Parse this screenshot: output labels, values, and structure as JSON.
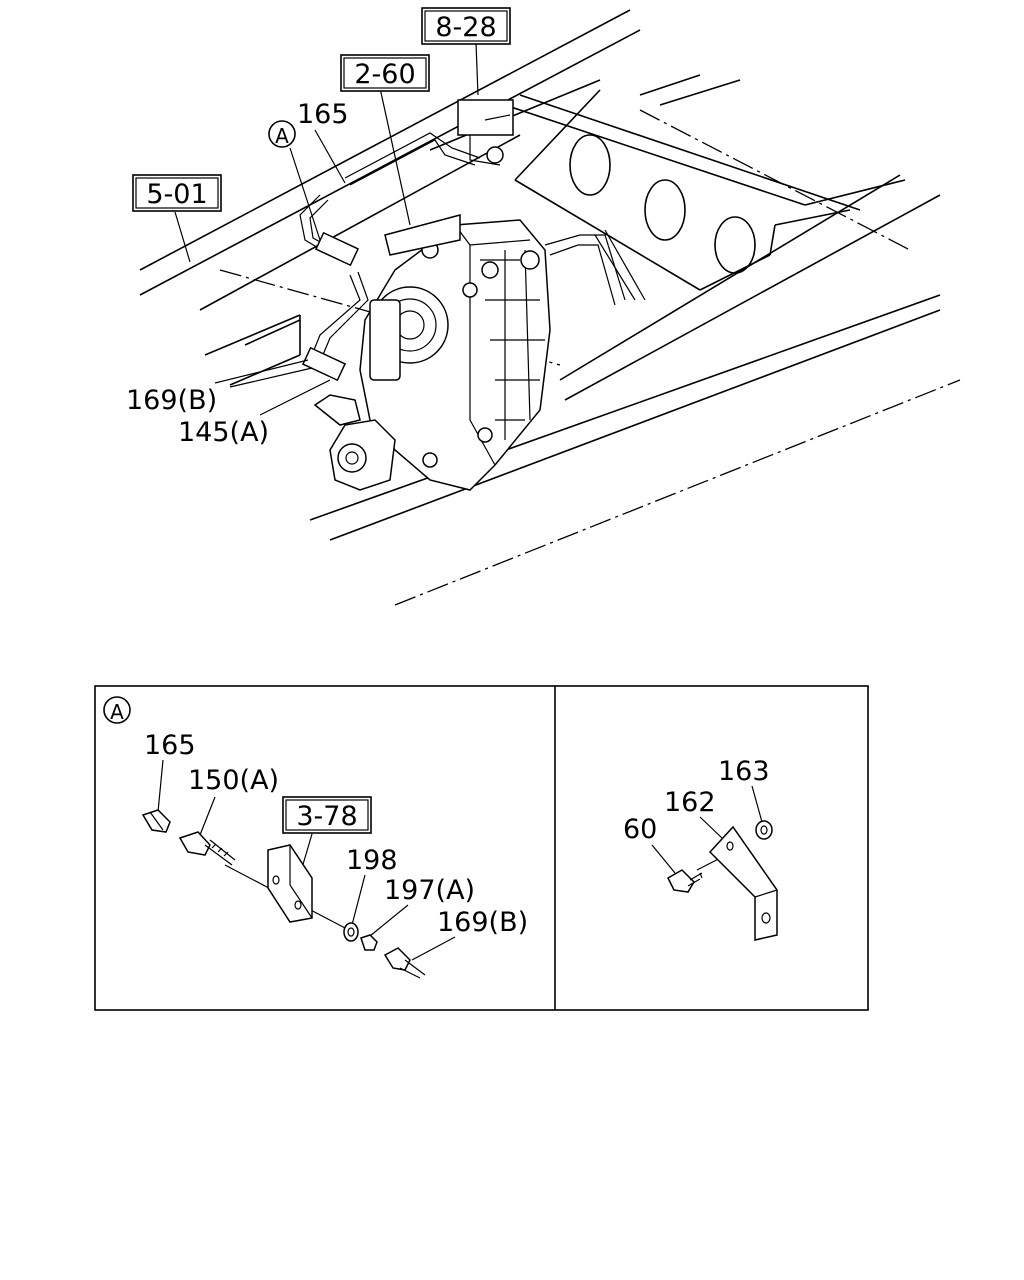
{
  "diagram": {
    "ref_boxes": {
      "r828": "8-28",
      "r260": "2-60",
      "r501": "5-01",
      "r378": "3-78"
    },
    "callouts": {
      "c165_top": "165",
      "c169b_top": "169(B)",
      "c145a_top": "145(A)",
      "c165_detail": "165",
      "c150a": "150(A)",
      "c198": "198",
      "c197a": "197(A)",
      "c169b_detail": "169(B)",
      "c163": "163",
      "c162": "162",
      "c60": "60"
    },
    "markers": {
      "marker_top": "A",
      "marker_detail": "A"
    }
  }
}
